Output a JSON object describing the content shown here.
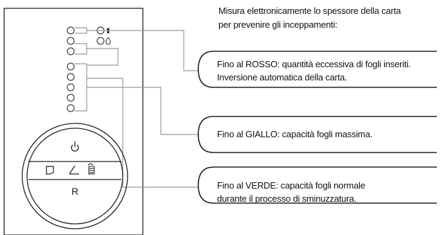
{
  "intro": {
    "line1": "Misura elettronicamente lo spessore della carta",
    "line2": "per prevenire gli inceppamenti:"
  },
  "callouts": {
    "red": {
      "line1": "Fino al ROSSO: quantità eccessiva di fogli inseriti.",
      "line2": "Inversione automatica della carta."
    },
    "yellow": {
      "line1": "Fino al GIALLO: capacità fogli massima."
    },
    "green": {
      "line1": "Fino al VERDE: capacità fogli normale",
      "line2": "durante il processo di sminuzzatura."
    }
  },
  "control_panel": {
    "reverse_label": "R",
    "icons": [
      "power-icon",
      "bin-icon",
      "arrow-icon",
      "bin-full-icon",
      "drop-icon"
    ]
  },
  "colors": {
    "line": "#999999",
    "stroke": "#222222"
  }
}
